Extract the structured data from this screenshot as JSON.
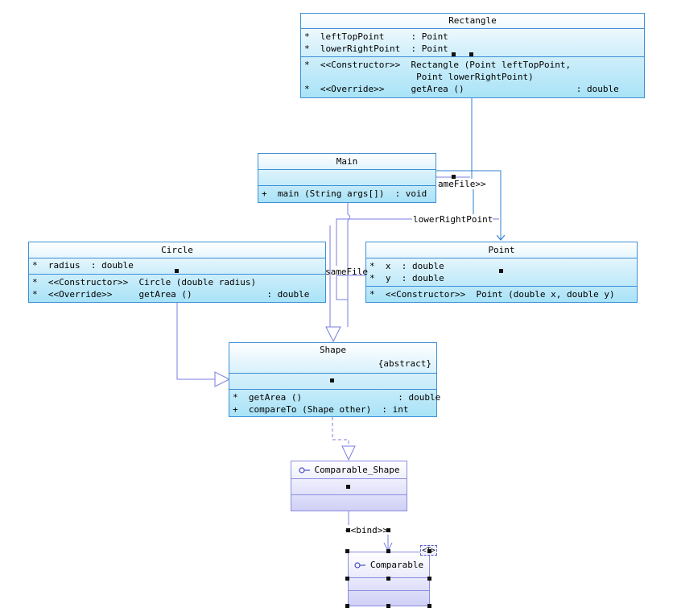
{
  "classes": {
    "rectangle": {
      "name": "Rectangle",
      "attributes": [
        "*  leftTopPoint     : Point",
        "*  lowerRightPoint  : Point"
      ],
      "operations": [
        "*  <<Constructor>>  Rectangle (Point leftTopPoint,",
        "                     Point lowerRightPoint)",
        "*  <<Override>>     getArea ()                     : double"
      ]
    },
    "main": {
      "name": "Main",
      "operations": [
        "+  main (String args[])  : void"
      ]
    },
    "circle": {
      "name": "Circle",
      "attributes": [
        "*  radius  : double"
      ],
      "operations": [
        "*  <<Constructor>>  Circle (double radius)",
        "*  <<Override>>     getArea ()              : double"
      ]
    },
    "point": {
      "name": "Point",
      "attributes": [
        "*  x  : double",
        "*  y  : double"
      ],
      "operations": [
        "*  <<Constructor>>  Point (double x, double y)"
      ]
    },
    "shape": {
      "name": "Shape",
      "stereotype": "{abstract}",
      "operations": [
        "*  getArea ()                  : double",
        "+  compareTo (Shape other)  : int"
      ]
    },
    "comparable_shape": {
      "name": "Comparable_Shape"
    },
    "comparable": {
      "name": "Comparable",
      "template_param": "<T>"
    }
  },
  "connectors": {
    "samefile_1": "ameFile>>",
    "lower_right_point": "lowerRightPoint",
    "samefile_2": "sameFile",
    "bind": "<<bind>>"
  },
  "colors": {
    "class_border": "#3d8fd6",
    "class_fill": "#a9e3f7",
    "interface_border": "#8a8ce0",
    "interface_fill": "#cfd0f6",
    "association_line": "#2f7fd0",
    "dependency_line": "#7a7ee0"
  }
}
